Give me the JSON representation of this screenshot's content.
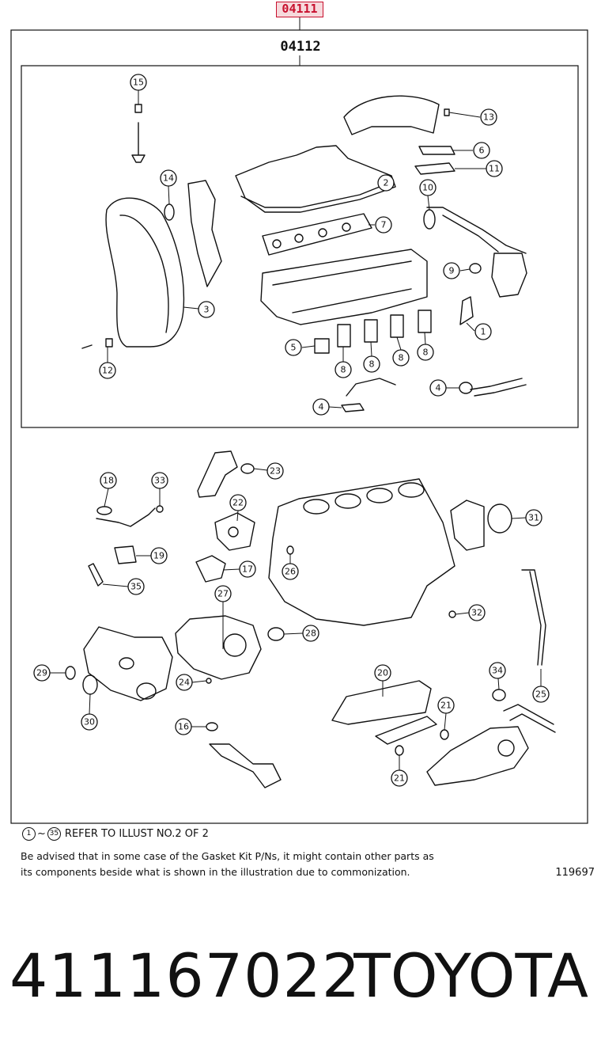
{
  "header": {
    "outer_kit_label": "04111",
    "inner_kit_label": "04112"
  },
  "callouts": [
    {
      "id": "callout-15",
      "label": "15"
    },
    {
      "id": "callout-14",
      "label": "14"
    },
    {
      "id": "callout-13",
      "label": "13"
    },
    {
      "id": "callout-6",
      "label": "6"
    },
    {
      "id": "callout-11",
      "label": "11"
    },
    {
      "id": "callout-10",
      "label": "10"
    },
    {
      "id": "callout-2",
      "label": "2"
    },
    {
      "id": "callout-7",
      "label": "7"
    },
    {
      "id": "callout-9",
      "label": "9"
    },
    {
      "id": "callout-3",
      "label": "3"
    },
    {
      "id": "callout-1",
      "label": "1"
    },
    {
      "id": "callout-5",
      "label": "5"
    },
    {
      "id": "callout-12",
      "label": "12"
    },
    {
      "id": "callout-8a",
      "label": "8"
    },
    {
      "id": "callout-8b",
      "label": "8"
    },
    {
      "id": "callout-8c",
      "label": "8"
    },
    {
      "id": "callout-8d",
      "label": "8"
    },
    {
      "id": "callout-4a",
      "label": "4"
    },
    {
      "id": "callout-4b",
      "label": "4"
    },
    {
      "id": "callout-23",
      "label": "23"
    },
    {
      "id": "callout-18",
      "label": "18"
    },
    {
      "id": "callout-33",
      "label": "33"
    },
    {
      "id": "callout-22",
      "label": "22"
    },
    {
      "id": "callout-31",
      "label": "31"
    },
    {
      "id": "callout-19",
      "label": "19"
    },
    {
      "id": "callout-17",
      "label": "17"
    },
    {
      "id": "callout-26",
      "label": "26"
    },
    {
      "id": "callout-35",
      "label": "35"
    },
    {
      "id": "callout-27",
      "label": "27"
    },
    {
      "id": "callout-32",
      "label": "32"
    },
    {
      "id": "callout-28",
      "label": "28"
    },
    {
      "id": "callout-29",
      "label": "29"
    },
    {
      "id": "callout-24",
      "label": "24"
    },
    {
      "id": "callout-34",
      "label": "34"
    },
    {
      "id": "callout-20",
      "label": "20"
    },
    {
      "id": "callout-25",
      "label": "25"
    },
    {
      "id": "callout-30",
      "label": "30"
    },
    {
      "id": "callout-21a",
      "label": "21"
    },
    {
      "id": "callout-16",
      "label": "16"
    },
    {
      "id": "callout-21b",
      "label": "21"
    }
  ],
  "notes": {
    "refer_start": "1",
    "refer_tilde": "~",
    "refer_end": "35",
    "refer_text": "REFER TO ILLUST NO.2 OF 2",
    "advisory_line1": "Be advised that in some case of the Gasket Kit P/Ns,  it might contain other parts as",
    "advisory_line2": "its components beside what is shown in the illustration due to commonization.",
    "illustration_number": "119697"
  },
  "footer": {
    "part_number": "411167022",
    "brand": "TOYOTA"
  }
}
